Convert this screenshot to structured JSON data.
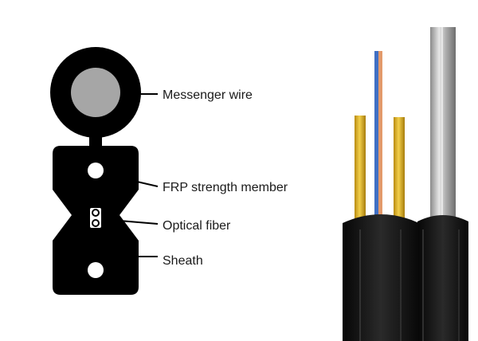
{
  "labels": {
    "messenger": "Messenger wire",
    "frp": "FRP strength member",
    "fiber": "Optical fiber",
    "sheath": "Sheath"
  },
  "colors": {
    "sheath": "#000000",
    "messenger_core": "#a6a6a6",
    "fiber_blue": "#3f6fc4",
    "fiber_orange": "#e49a6a",
    "frp_yellow": "#e4b92a",
    "steel_wire": "#b8b8b8",
    "cable_jacket": "#121212"
  },
  "icons": {
    "cross_section": "cable-cross-section-icon",
    "cable_photo": "cable-photo-illustration"
  }
}
